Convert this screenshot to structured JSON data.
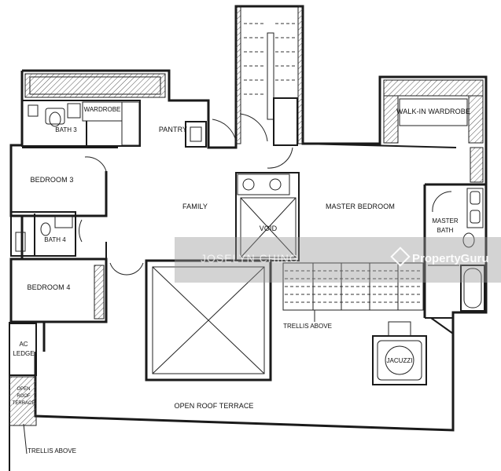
{
  "rooms": {
    "bath3": "BATH 3",
    "wardrobe": "WARDROBE",
    "pantry": "PANTRY",
    "bedroom3": "BEDROOM 3",
    "family": "FAMILY",
    "void": "VOID",
    "master_bedroom": "MASTER BEDROOM",
    "walk_in_wardrobe": "WALK-IN WARDROBE",
    "master_bath_1": "MASTER",
    "master_bath_2": "BATH",
    "bath4": "BATH 4",
    "bedroom4": "BEDROOM 4",
    "trellis_above_mid": "TRELLIS ABOVE",
    "jacuzzi": "JACUZZI",
    "ac_ledge_1": "AC",
    "ac_ledge_2": "LEDGE",
    "open_roof_1": "OPEN",
    "open_roof_2": "ROOF",
    "open_roof_3": "TERRACE",
    "open_roof_terrace": "OPEN ROOF TERRACE",
    "trellis_above_bottom": "TRELLIS ABOVE"
  },
  "watermark": {
    "text": "JOSELYN CHING",
    "brand": "PropertyGuru",
    "brand_icon": "propertyguru-logo-icon"
  }
}
